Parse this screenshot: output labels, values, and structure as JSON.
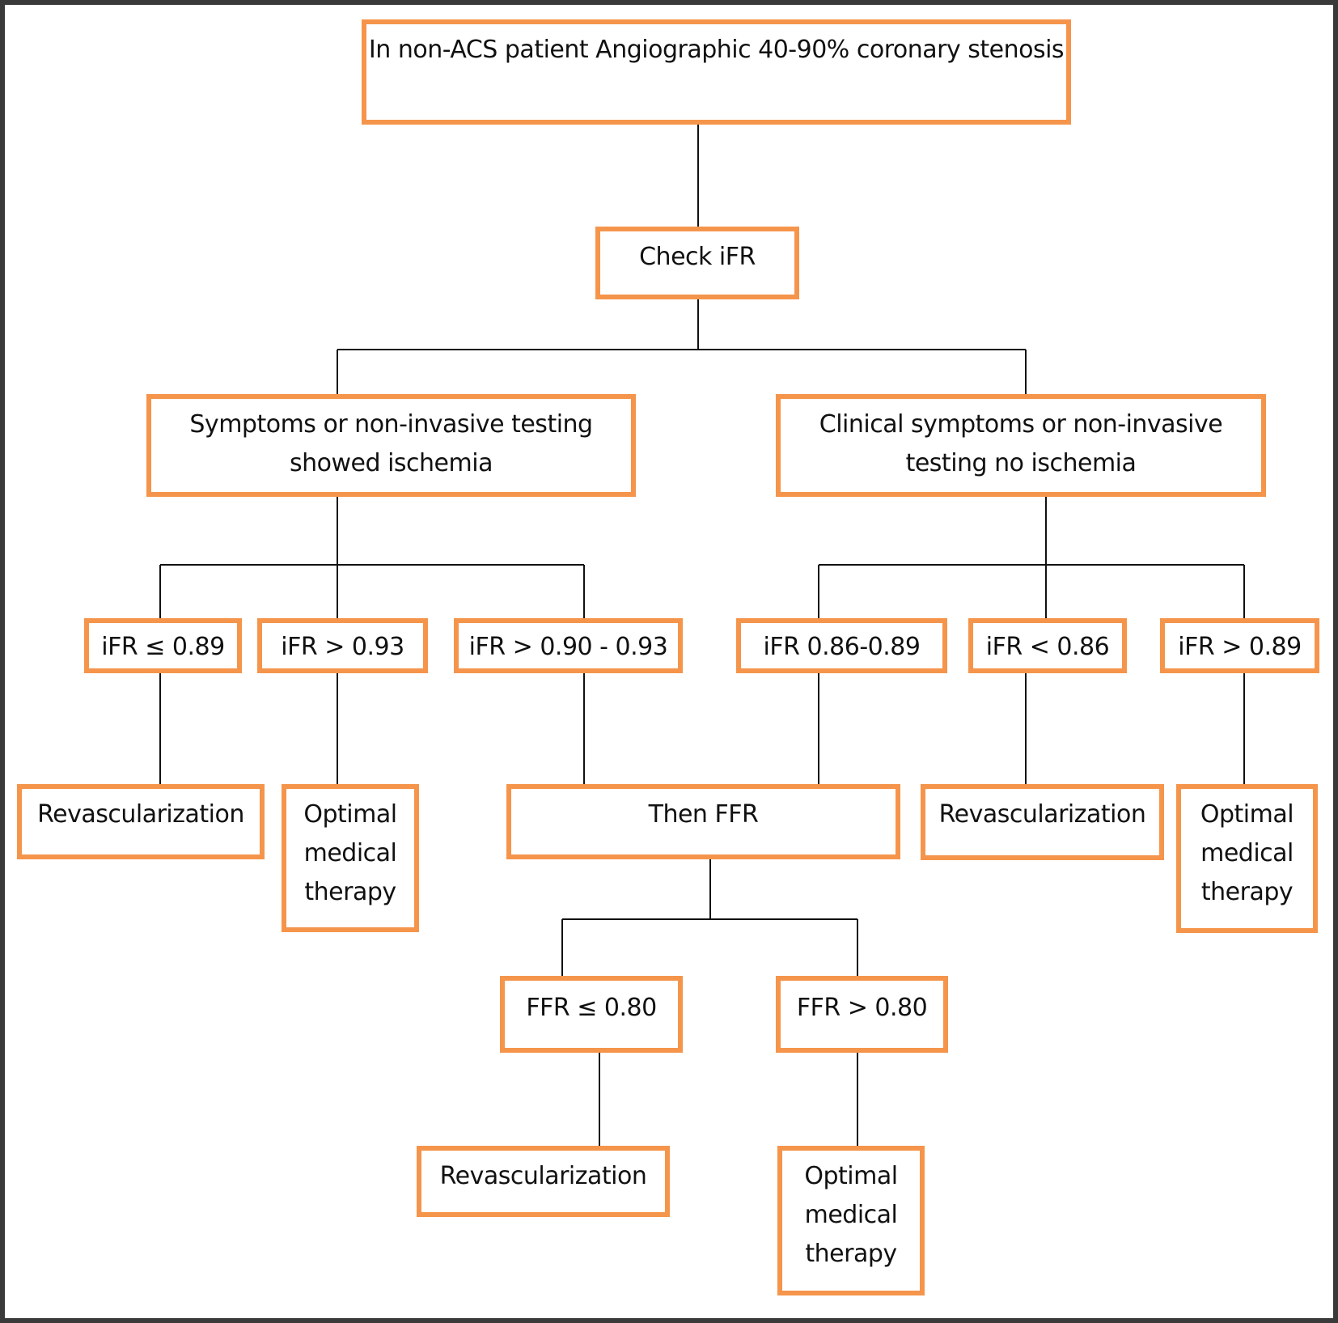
{
  "colors": {
    "node_border": "#F5954B",
    "connector": "#111111",
    "frame_border": "#3a3a3a",
    "text": "#111111"
  },
  "nodes": {
    "start": "In non-ACS  patient Angiographic 40-90%  coronary stenosis",
    "check_ifr": "Check iFR",
    "ischemia": "Symptoms or non-invasive testing showed  ischemia",
    "no_ischemia": "Clinical symptoms or non-invasive testing no ischemia",
    "ifr_le_089": "iFR ≤ 0.89",
    "ifr_gt_093": "iFR > 0.93",
    "ifr_090_093": "iFR > 0.90 - 0.93",
    "ifr_086_089": "iFR 0.86-0.89",
    "ifr_lt_086": "iFR < 0.86",
    "ifr_gt_089": "iFR > 0.89",
    "revasc_1": "Revascularization",
    "omt_1": "Optimal medical therapy",
    "then_ffr": "Then  FFR",
    "revasc_2": "Revascularization",
    "omt_2": "Optimal medical therapy",
    "ffr_le_080": "FFR ≤ 0.80",
    "ffr_gt_080": "FFR > 0.80",
    "revasc_3": "Revascularization",
    "omt_3": "Optimal medical therapy"
  }
}
